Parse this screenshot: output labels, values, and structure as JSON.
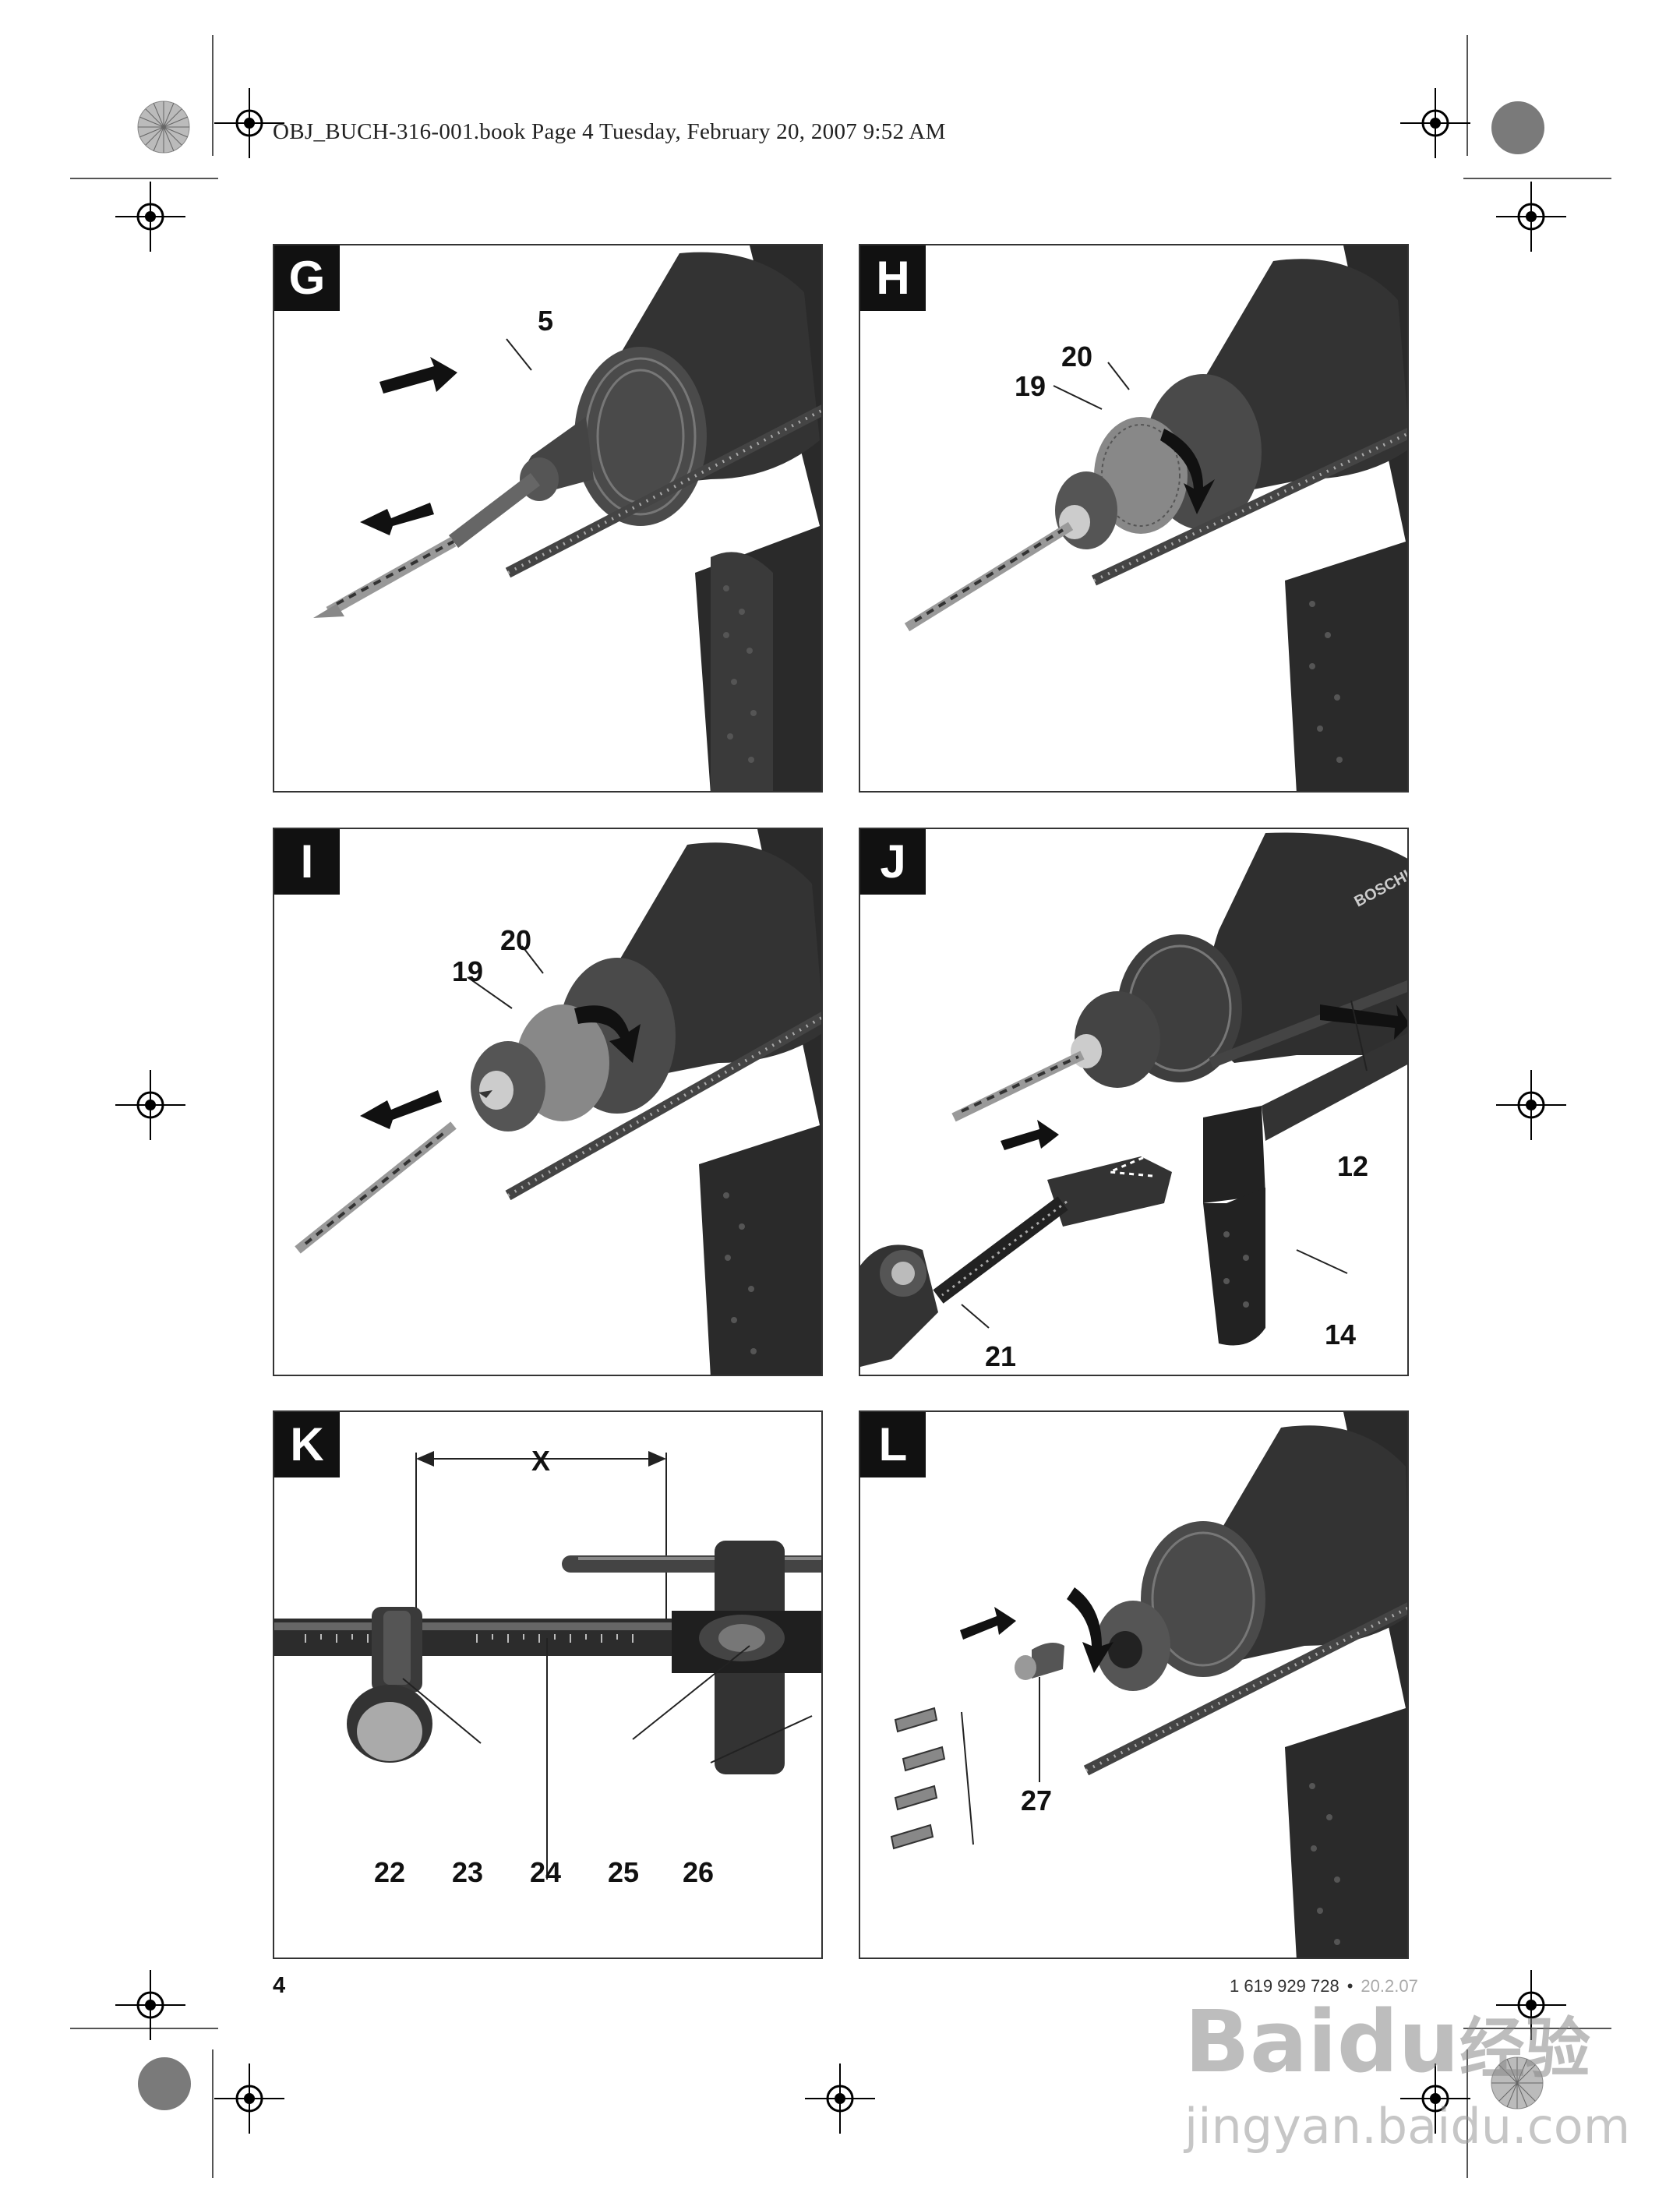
{
  "header": {
    "file_line": "OBJ_BUCH-316-001.book  Page 4  Tuesday, February 20, 2007  9:52 AM"
  },
  "panels": {
    "G": {
      "letter": "G",
      "callouts": [
        "5"
      ]
    },
    "H": {
      "letter": "H",
      "callouts": [
        "20",
        "19"
      ]
    },
    "I": {
      "letter": "I",
      "callouts": [
        "20",
        "19"
      ]
    },
    "J": {
      "letter": "J",
      "callouts": [
        "12",
        "14",
        "21"
      ],
      "brand_text": "BOSCHHA"
    },
    "K": {
      "letter": "K",
      "dimension_label": "X",
      "callouts": [
        "22",
        "23",
        "24",
        "25",
        "26"
      ]
    },
    "L": {
      "letter": "L",
      "callouts": [
        "27"
      ]
    }
  },
  "footer": {
    "page_number": "4",
    "document_number": "1 619 929 728",
    "separator": "•",
    "date_code": "20.2.07"
  },
  "watermark": {
    "line1": "Bai",
    "line1_b": "du",
    "line1_c": "经验",
    "line2": "jingyan.baidu.com"
  }
}
